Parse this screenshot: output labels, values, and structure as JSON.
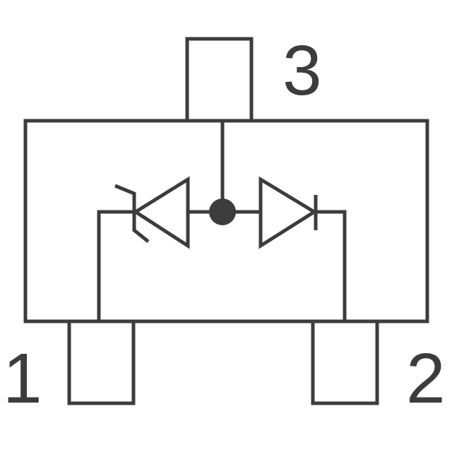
{
  "pins": [
    {
      "id": "pin-1",
      "label": "1"
    },
    {
      "id": "pin-2",
      "label": "2"
    },
    {
      "id": "pin-3",
      "label": "3"
    }
  ],
  "components": [
    {
      "name": "zener-diode",
      "connects": [
        "pin-1",
        "pin-3"
      ]
    },
    {
      "name": "diode",
      "connects": [
        "pin-3",
        "pin-2"
      ]
    }
  ],
  "colors": {
    "line": "#3c3c3c",
    "background": "#ffffff"
  }
}
